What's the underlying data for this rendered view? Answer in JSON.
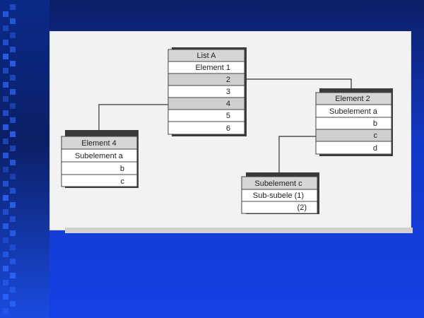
{
  "diagram": {
    "boxes": [
      {
        "id": "list-a",
        "title": "List A",
        "rows": [
          {
            "text": "Element   1",
            "align": "right-mixed",
            "shaded": false
          },
          {
            "text": "2",
            "align": "right",
            "shaded": true
          },
          {
            "text": "3",
            "align": "right",
            "shaded": false
          },
          {
            "text": "4",
            "align": "right",
            "shaded": true
          },
          {
            "text": "5",
            "align": "right",
            "shaded": false
          },
          {
            "text": "6",
            "align": "right",
            "shaded": false
          }
        ]
      },
      {
        "id": "element-4",
        "title": "Element 4",
        "rows": [
          {
            "text": "Subelement  a",
            "align": "center",
            "shaded": false
          },
          {
            "text": "b",
            "align": "right",
            "shaded": false
          },
          {
            "text": "c",
            "align": "right",
            "shaded": false
          }
        ]
      },
      {
        "id": "element-2",
        "title": "Element 2",
        "rows": [
          {
            "text": "Subelement  a",
            "align": "center",
            "shaded": false
          },
          {
            "text": "b",
            "align": "right",
            "shaded": false
          },
          {
            "text": "c",
            "align": "right",
            "shaded": true
          },
          {
            "text": "d",
            "align": "right",
            "shaded": false
          }
        ]
      },
      {
        "id": "subelement-c",
        "title": "Subelement  c",
        "rows": [
          {
            "text": "Sub-subele  (1)",
            "align": "center",
            "shaded": false
          },
          {
            "text": "(2)",
            "align": "right",
            "shaded": false
          }
        ]
      }
    ]
  }
}
